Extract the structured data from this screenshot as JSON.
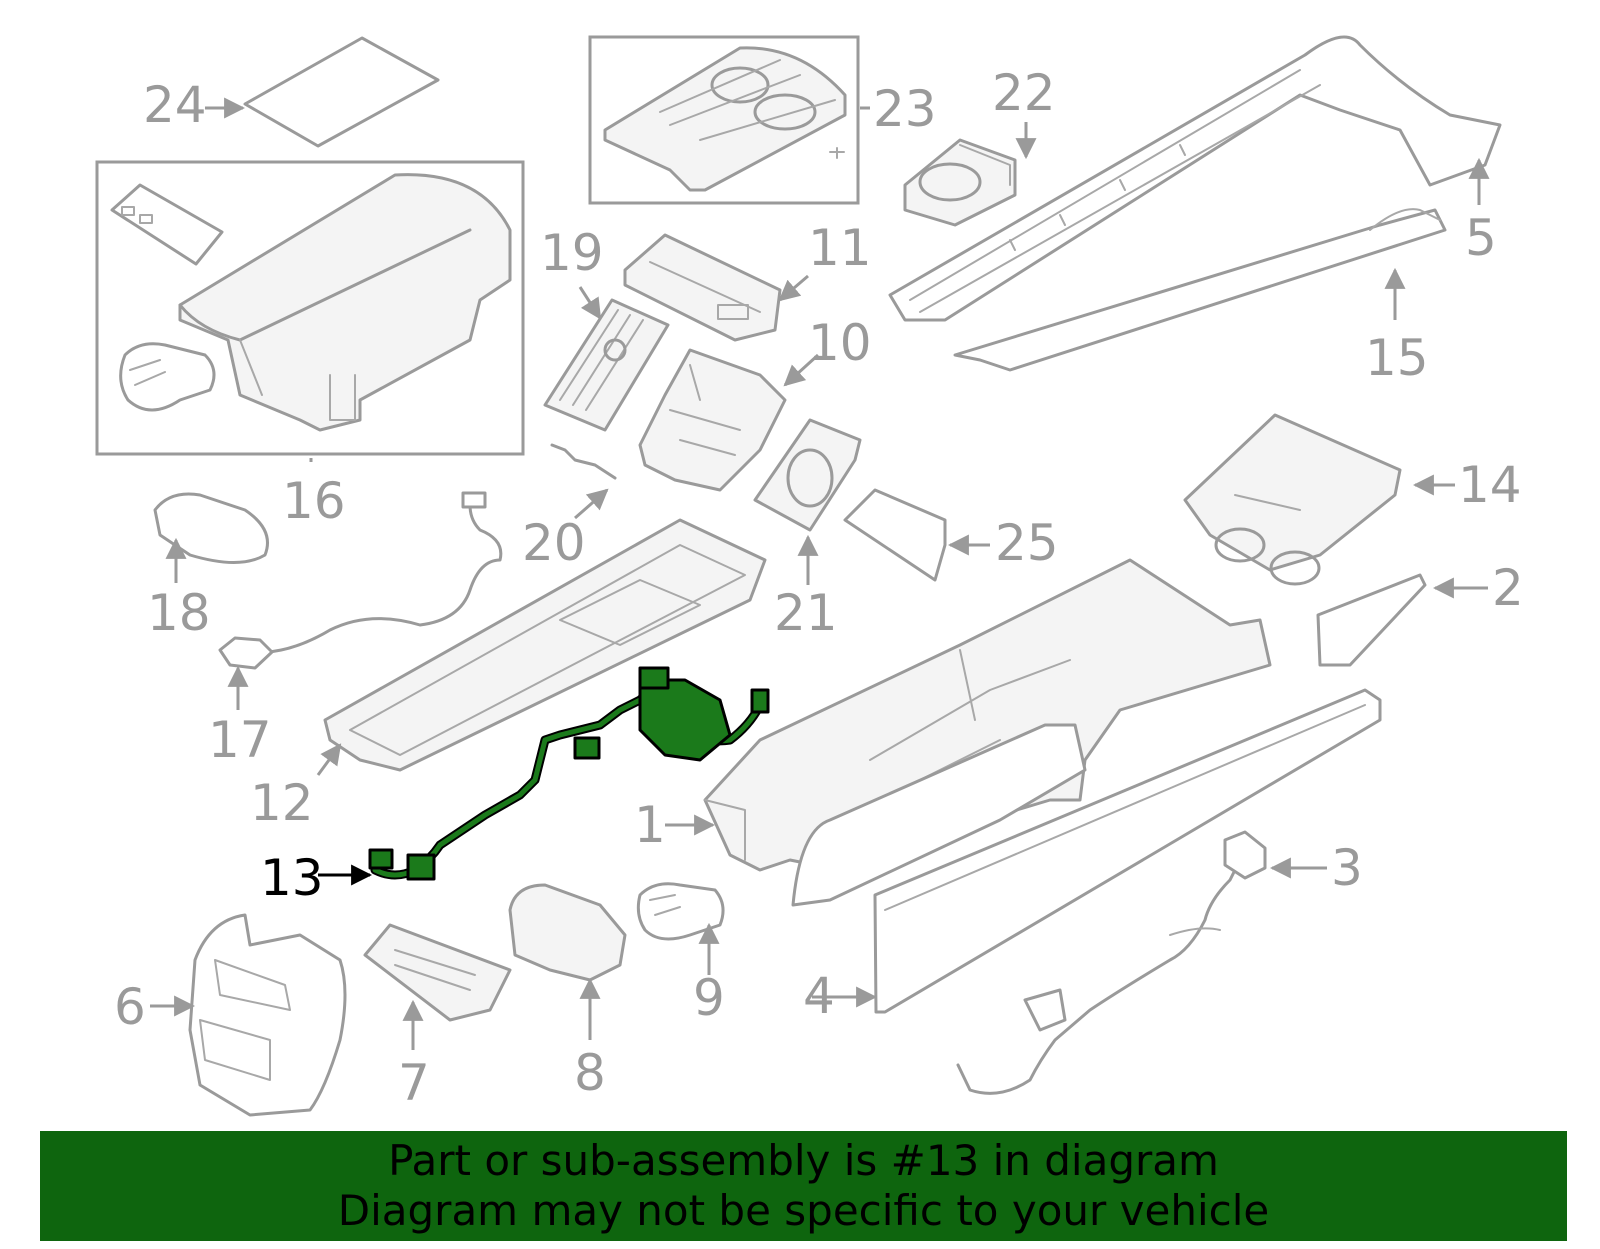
{
  "diagram": {
    "highlighted_part": "13",
    "highlight_color": "#1b7a1b",
    "banner_color": "#0e650e",
    "callouts": [
      "1",
      "2",
      "3",
      "4",
      "5",
      "6",
      "7",
      "8",
      "9",
      "10",
      "11",
      "12",
      "13",
      "14",
      "15",
      "16",
      "17",
      "18",
      "19",
      "20",
      "21",
      "22",
      "23",
      "24",
      "25"
    ]
  },
  "banner": {
    "line1": "Part or sub-assembly is #13 in diagram",
    "line2": "Diagram may not be specific to your vehicle"
  }
}
